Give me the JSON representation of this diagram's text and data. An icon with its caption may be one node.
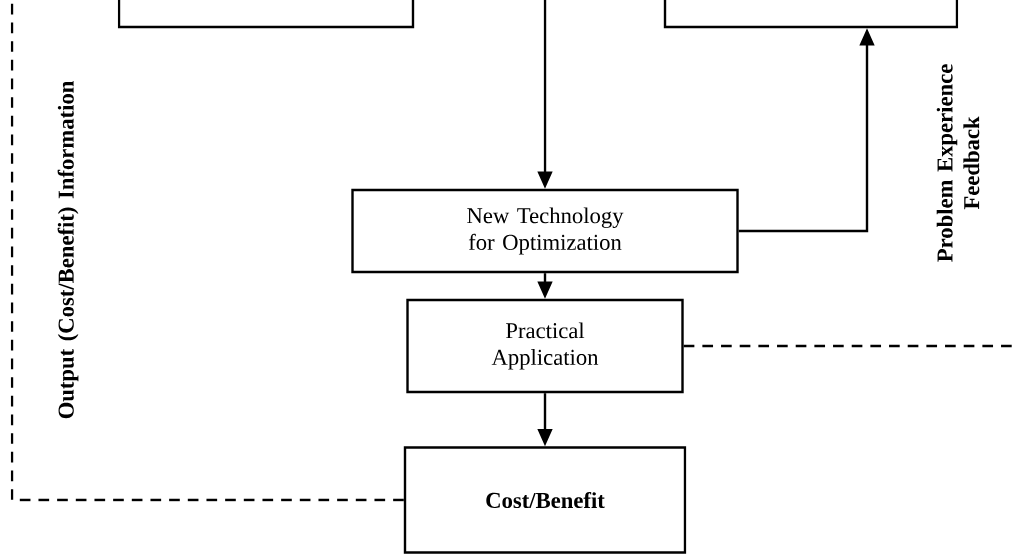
{
  "diagram": {
    "nodes": [
      {
        "text": [],
        "shape": "box"
      },
      {
        "text": [],
        "shape": "box"
      },
      {
        "text": [
          "New Technology for Optimization"
        ]
      },
      {
        "text": [
          "Practical Application"
        ]
      },
      {
        "text": [
          "Cost/Benefit"
        ]
      }
    ],
    "edges": [
      {
        "from": null,
        "to": 2,
        "arrow": "to"
      },
      {
        "from": 2,
        "to": 1,
        "arrow": "to"
      },
      {
        "from": 2,
        "to": 3,
        "arrow": "to"
      },
      {
        "from": 3,
        "to": 4,
        "arrow": "to"
      },
      {
        "from": 4,
        "to": null,
        "arrow": "none",
        "style": "dashed"
      },
      {
        "from": 3,
        "to": null,
        "arrow": "none",
        "style": "dashed"
      }
    ],
    "labels": [
      "Output (Cost/Benefit) Information",
      "Problem Experience Feedback"
    ]
  }
}
